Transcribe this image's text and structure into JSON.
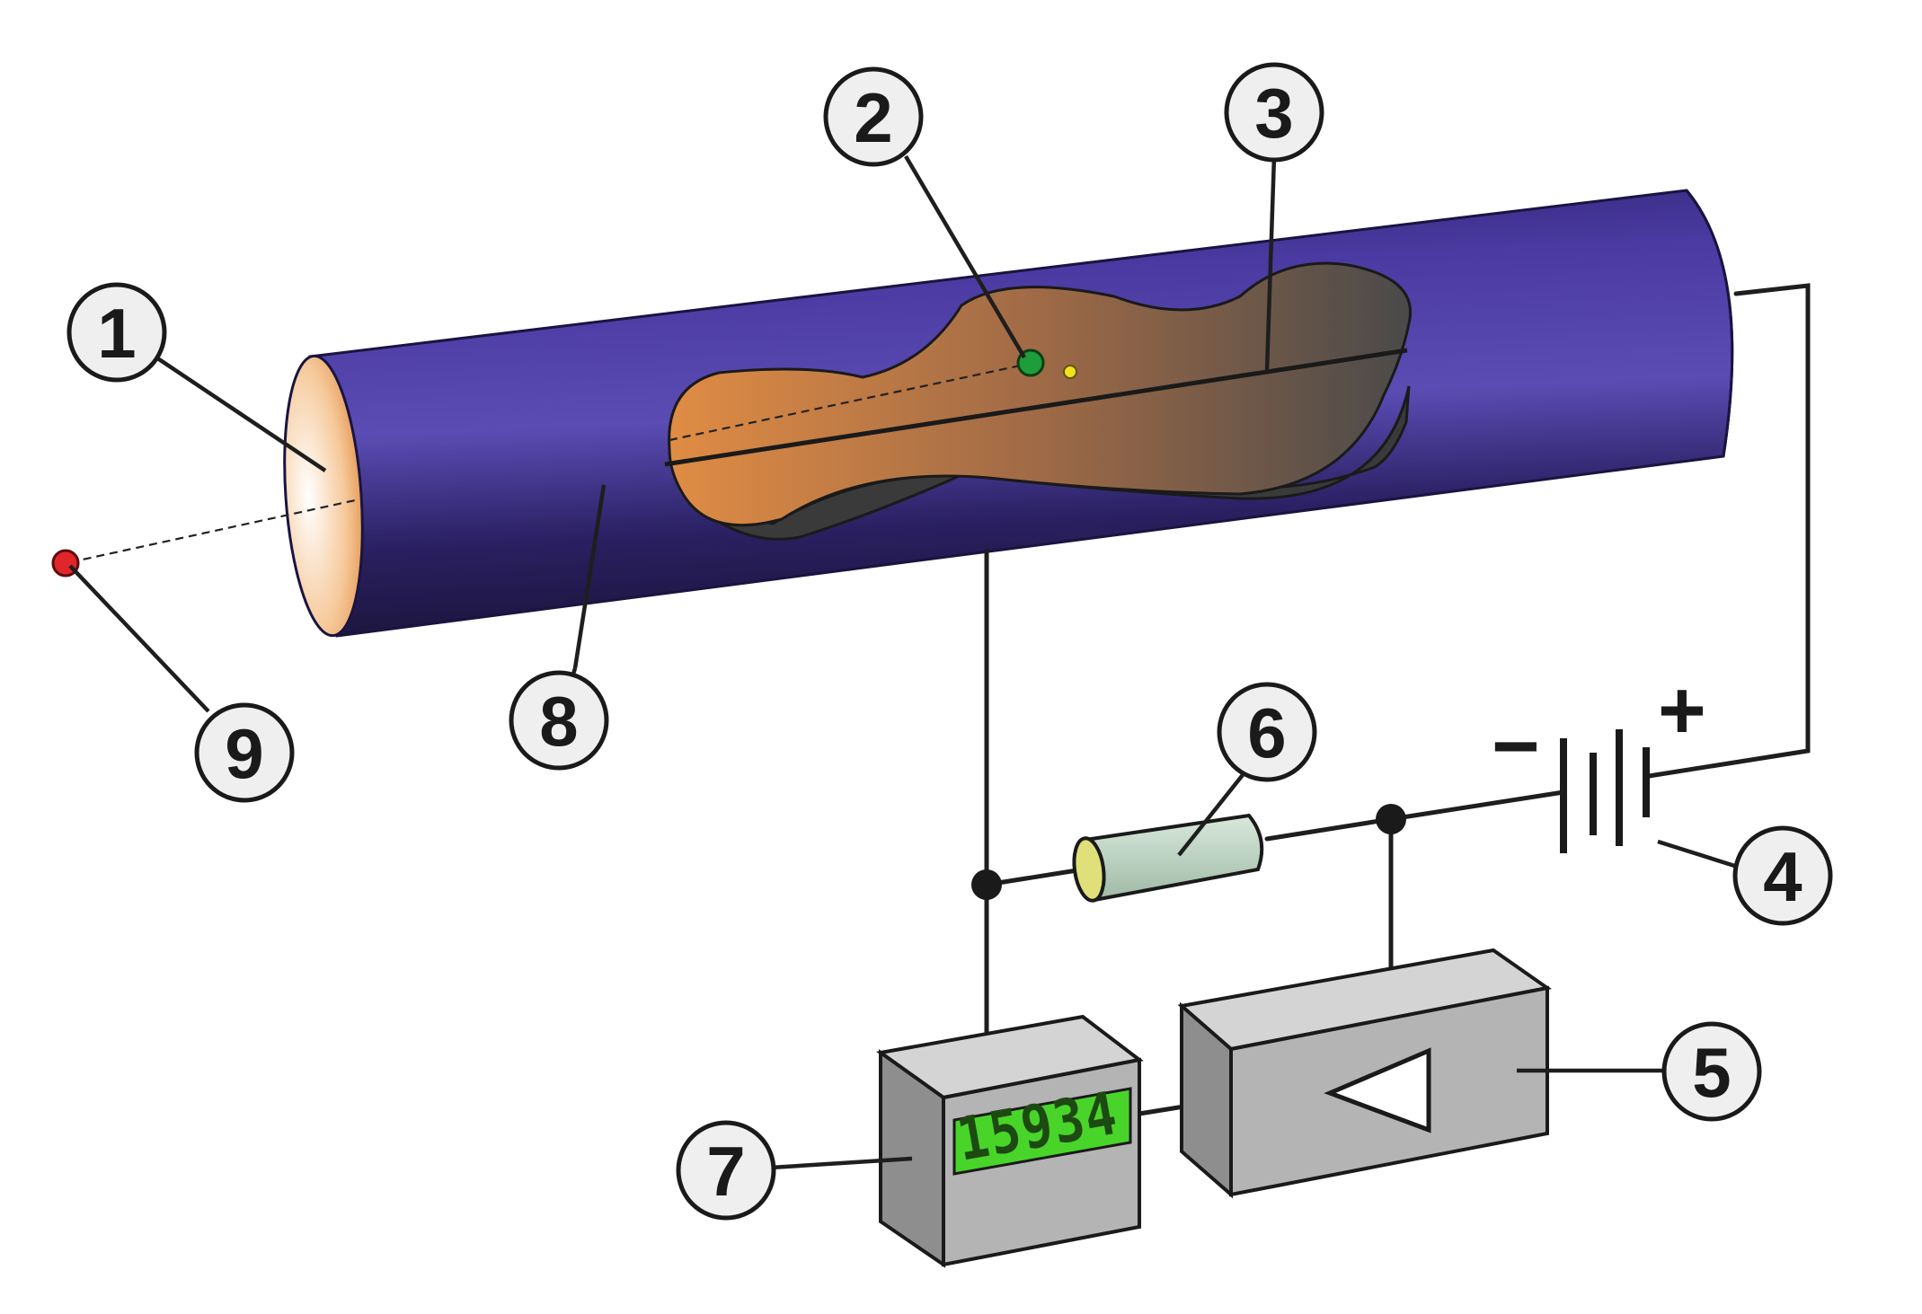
{
  "callouts": {
    "c1": "1",
    "c2": "2",
    "c3": "3",
    "c4": "4",
    "c5": "5",
    "c6": "6",
    "c7": "7",
    "c8": "8",
    "c9": "9"
  },
  "battery": {
    "minus_sign": "−",
    "plus_sign": "+"
  },
  "counter": {
    "readout": "15934"
  },
  "colors": {
    "tube_body": "#3a2a8c",
    "gas_fill": "#d98a45",
    "ionization_particle": "#1e9e3a",
    "electron": "#f2e21c",
    "incident_particle": "#e0262a",
    "display_background": "#49d42a",
    "resistor": "#b9d1bf",
    "box_grey": "#b4b4b4"
  }
}
